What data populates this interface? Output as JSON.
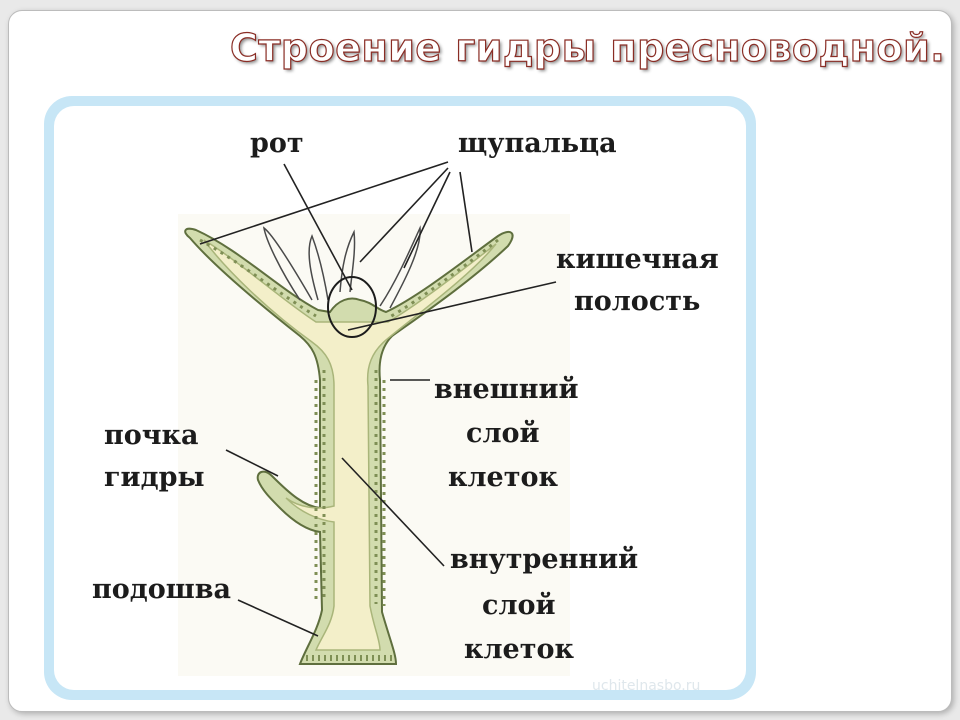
{
  "title": "Строение гидры пресноводной.",
  "labels": {
    "mouth": "рот",
    "tentacles": "щупальца",
    "gut_cavity_1": "кишечная",
    "gut_cavity_2": "полость",
    "outer_1": "внешний",
    "outer_2": "слой",
    "outer_3": "клеток",
    "bud_1": "почка",
    "bud_2": "гидры",
    "inner_1": "внутренний",
    "inner_2": "слой",
    "inner_3": "клеток",
    "sole": "подошва"
  },
  "watermark": "uchitelnasbo.ru",
  "colors": {
    "title_outline": "#8a2d25",
    "frame": "#c7e6f6",
    "body_wall": "#b7c98a",
    "cavity": "#f3efc9",
    "leader": "#222222"
  }
}
